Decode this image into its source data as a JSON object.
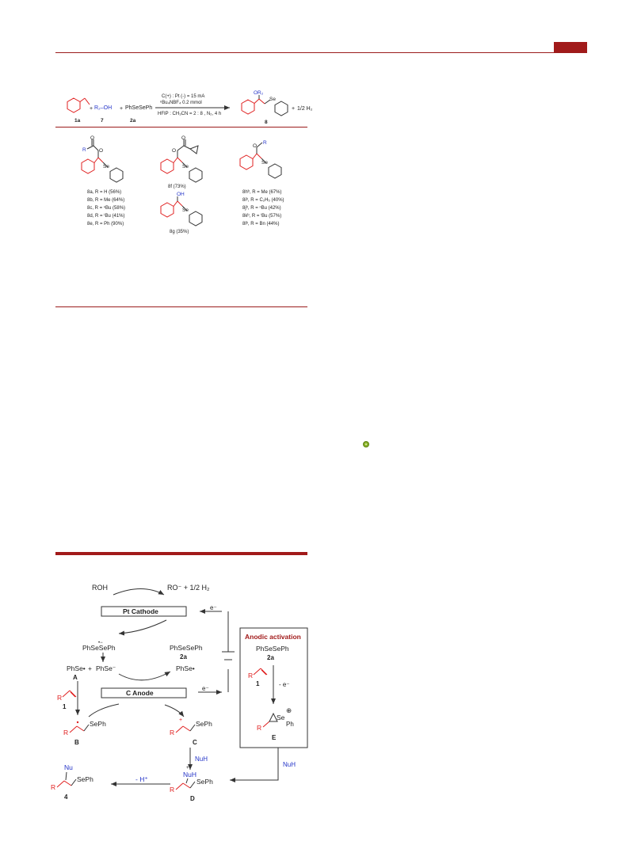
{
  "scheme1": {
    "conditions": {
      "line1": "C(+) : Pt (-) = 15 mA",
      "line2": "ⁿBu₄NBF₄ 0.2 mmol",
      "line3": "HFIP : CH₃CN = 2 : 8 , N₂, 4 h"
    },
    "reactants": {
      "plus1": "+",
      "alcohol": "R₂–OH",
      "plus2": "+",
      "diselenide": "PhSeSePh",
      "plus3": "+",
      "h2": "1/2 H₂",
      "product_or": "OR₂",
      "se": "Se"
    },
    "labels": {
      "l1a": "1a",
      "l7": "7",
      "l2a": "2a",
      "l8": "8"
    },
    "ester_group": {
      "r": "R",
      "o_carbonyl": "O",
      "o_ester": "O",
      "se": "Se"
    },
    "ester_list": [
      "8a, R = H (56%)",
      "8b, R = Me (64%)",
      "8c, R = ⁿBu (58%)",
      "8d, R = ᵗBu (41%)",
      "8e, R = Ph (90%)"
    ],
    "cyclopropyl": {
      "o_carbonyl": "O",
      "o_ester": "O",
      "se": "Se",
      "label": "8f (73%)"
    },
    "alcohol_product": {
      "oh": "OH",
      "se": "Se",
      "label": "8g (35%)"
    },
    "ether_group": {
      "o": "O",
      "r": "R",
      "se": "Se"
    },
    "ether_list": [
      "8hᵇ, R = Me (67%)",
      "8iᵇ, R = C₂H₅ (40%)",
      "8jᵇ, R = ⁿBu (42%)",
      "8kᵇ, R = ⁱBu (57%)",
      "8lᵇ, R = Bn (44%)"
    ]
  },
  "scheme2": {
    "roh": "ROH",
    "ro_h2": "RO⁻ + 1/2 H₂",
    "pt_cathode": "Pt Cathode",
    "e_minus_1": "e⁻",
    "radical_anion": "PhSeSePh",
    "radical_anion_mark": "•−",
    "diselenide_2a": "PhSeSePh",
    "label_2a": "2a",
    "phse_radical": "PhSe•",
    "plus": "+",
    "phse_anion": "PhSe⁻",
    "label_a": "A",
    "phse_radical_right": "PhSe•",
    "c_anode": "C Anode",
    "e_minus_2": "e⁻",
    "label_1": "1",
    "r_1": "R",
    "label_b": "B",
    "r_b": "R",
    "sephB": "SePh",
    "label_c": "C",
    "r_c": "R",
    "sephC": "SePh",
    "nuh1": "NuH",
    "nuh_plus": "NuH",
    "plus_mark": "+",
    "label_d": "D",
    "r_d": "R",
    "sephD": "SePh",
    "minus_h": "- H⁺",
    "nu": "Nu",
    "label_4": "4",
    "r_4": "R",
    "seph4": "SePh",
    "anodic": {
      "title": "Anodic activation",
      "diselenide": "PhSeSePh",
      "label_2a": "2a",
      "label_1": "1",
      "r": "R",
      "minus_e": "- e⁻",
      "se": "Se",
      "ph": "Ph",
      "plus": "⊕",
      "label_e": "E"
    },
    "nuh2": "NuH"
  },
  "colors": {
    "accent": "#a11a1a",
    "red_bond": "#e02020",
    "blue_text": "#2434c8",
    "bullet": "#8ab32a"
  }
}
